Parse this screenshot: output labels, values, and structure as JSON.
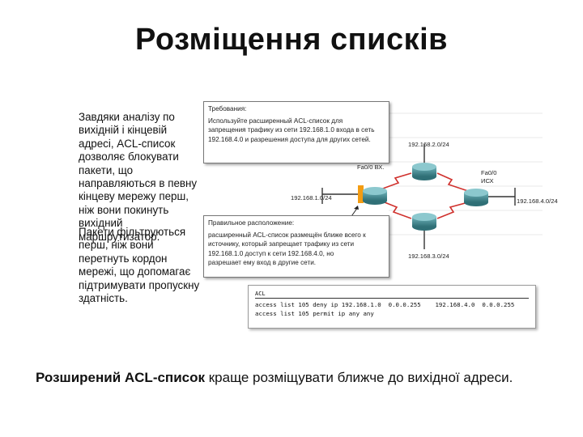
{
  "slide": {
    "title": "Розміщення списків",
    "paragraph1": "Завдяки аналізу по вихідній і кінцевій адресі, ACL-список дозволяє блокувати пакети, що направляються в певну кінцеву мережу перш, ніж вони покинуть вихідний маршрутизатор.",
    "paragraph2": "Пакети фільтруються перш, ніж вони перетнуть кордон мережі, що допомагає підтримувати пропускну здатність.",
    "bottom_bold": "Розширений ACL-список",
    "bottom_rest": " краще розміщувати ближче до вихідної адреси."
  },
  "diagram": {
    "note1_head": "Требования:",
    "note1_lines": [
      "Используйте расширенный ACL-список для",
      "запрещения трафику из сети 192.168.1.0 входа в сеть",
      "192.168.4.0 и разрешения доступа для других сетей."
    ],
    "note2_head": "Правильное расположение:",
    "note2_lines": [
      "расширенный ACL-список размещён ближе всего к",
      "источнику, который запрещает трафику из сети",
      "192.168.1.0 доступ к сети 192.168.4.0, но",
      "разрешает ему вход в другие сети."
    ],
    "net_top": "192.168.2.0/24",
    "net_left": "192.168.1.0/24",
    "net_right": "192.168.4.0/24",
    "net_bottom": "192.168.3.0/24",
    "fa_in": "Fa0/0 ВХ.",
    "fa_out_1": "Fa0/0",
    "fa_out_2": "ИСХ",
    "acl_title": "ACL",
    "acl_line1": "access list 105 deny ip 192.168.1.0  0.0.0.255    192.168.4.0  0.0.0.255",
    "acl_line2": "access list 105 permit ip any any"
  },
  "colors": {
    "link_red": "#d0312d",
    "router_teal": "#3f8f97",
    "highlight_orange": "#f39c12",
    "note_bar": "#c0392b"
  }
}
